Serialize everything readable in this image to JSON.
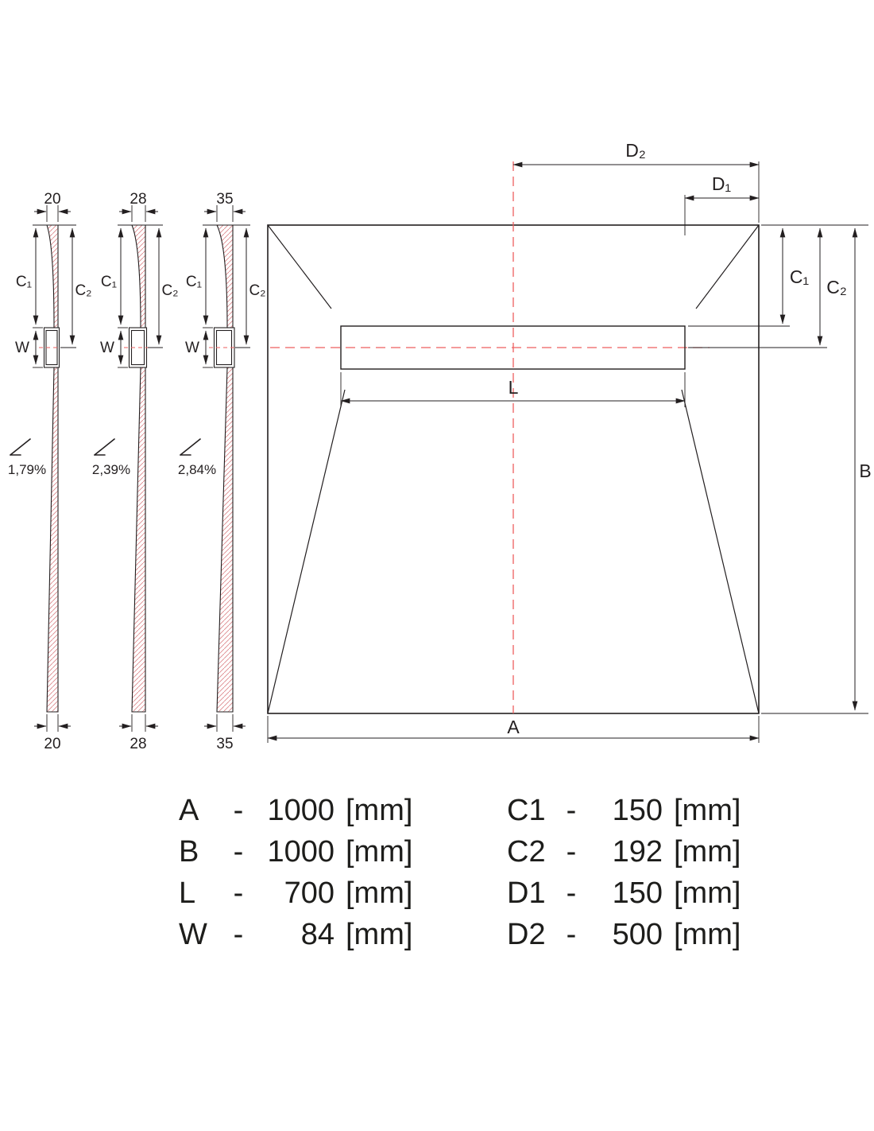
{
  "sections": [
    {
      "thickness": "20",
      "c1": "C₁",
      "c2": "C₂",
      "w": "W",
      "slope": "1,79%"
    },
    {
      "thickness": "28",
      "c1": "C₁",
      "c2": "C₂",
      "w": "W",
      "slope": "2,39%"
    },
    {
      "thickness": "35",
      "c1": "C₁",
      "c2": "C₂",
      "w": "W",
      "slope": "2,84%"
    }
  ],
  "plan": {
    "a": "A",
    "b": "B",
    "l": "L",
    "c1": "C₁",
    "c2": "C₂",
    "d1": "D₁",
    "d2": "D₂"
  },
  "table": {
    "rows_left": [
      {
        "param": "A",
        "sep": "-",
        "value": "1000",
        "unit": "[mm]"
      },
      {
        "param": "B",
        "sep": "-",
        "value": "1000",
        "unit": "[mm]"
      },
      {
        "param": "L",
        "sep": "-",
        "value": "700",
        "unit": "[mm]"
      },
      {
        "param": "W",
        "sep": "-",
        "value": "84",
        "unit": "[mm]"
      }
    ],
    "rows_right": [
      {
        "param": "C1",
        "sep": "-",
        "value": "150",
        "unit": "[mm]"
      },
      {
        "param": "C2",
        "sep": "-",
        "value": "192",
        "unit": "[mm]"
      },
      {
        "param": "D1",
        "sep": "-",
        "value": "150",
        "unit": "[mm]"
      },
      {
        "param": "D2",
        "sep": "-",
        "value": "500",
        "unit": "[mm]"
      }
    ]
  },
  "colors": {
    "line": "#231f20",
    "centerline": "#ee5f5f",
    "hatch": "#dd8a8d"
  }
}
